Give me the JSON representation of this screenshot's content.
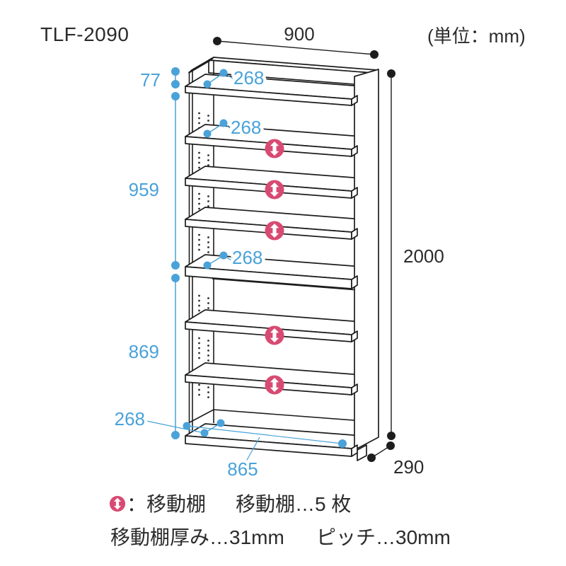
{
  "title": "TLF-2090",
  "unit_note": "(単位：mm)",
  "dimensions": {
    "outer_width": "900",
    "outer_height": "2000",
    "outer_depth": "290",
    "inner_width": "865",
    "shelf_depth": "268",
    "top_gap": "77",
    "upper_section_height": "959",
    "lower_section_height": "869"
  },
  "legend": {
    "icon": "up-down-arrow-circle-icon",
    "icon_meaning": "：移動棚",
    "shelf_count": "移動棚…5 枚",
    "shelf_thickness": "移動棚厚み…31mm",
    "pitch": "ピッチ…30mm"
  },
  "movable_shelf_marker_count": 5,
  "colors": {
    "dimension_accent": "#4aa2d9",
    "movable_shelf_marker": "#d84a72",
    "line": "#1d1d1d"
  }
}
